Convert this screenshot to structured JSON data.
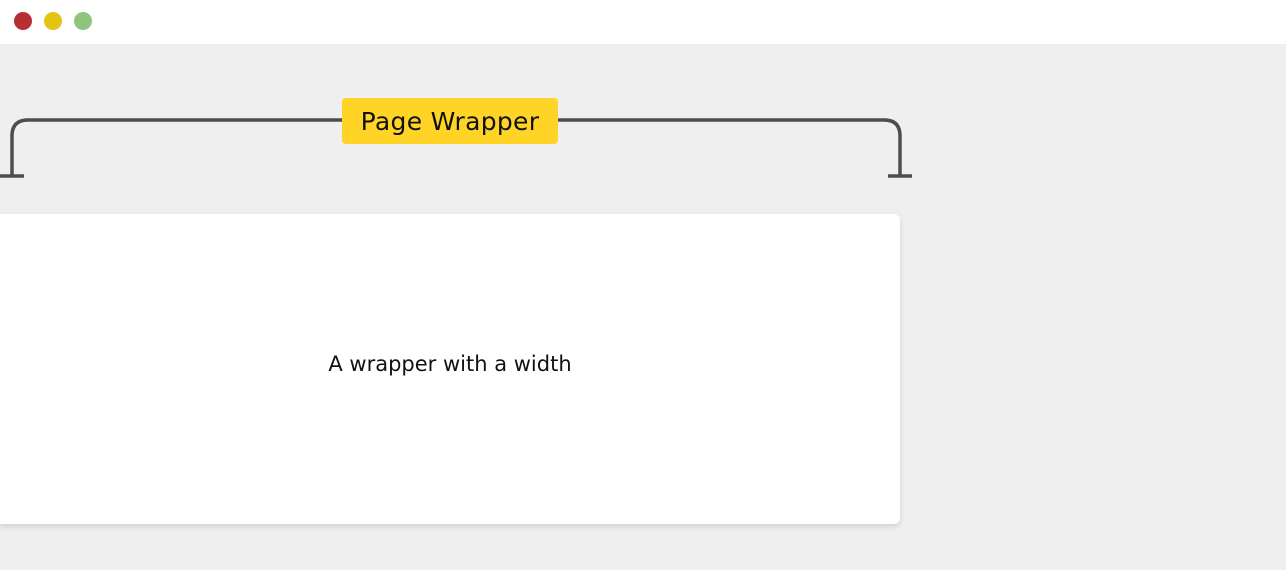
{
  "window": {
    "controls": [
      {
        "name": "close",
        "color": "#b82e33"
      },
      {
        "name": "minimize",
        "color": "#e3c313"
      },
      {
        "name": "maximize",
        "color": "#8fc47f"
      }
    ]
  },
  "diagram": {
    "bracket_label": "Page Wrapper",
    "label_color": "#ffd426",
    "bracket_color": "#4d4d4d",
    "card_text": "A wrapper with a width"
  }
}
